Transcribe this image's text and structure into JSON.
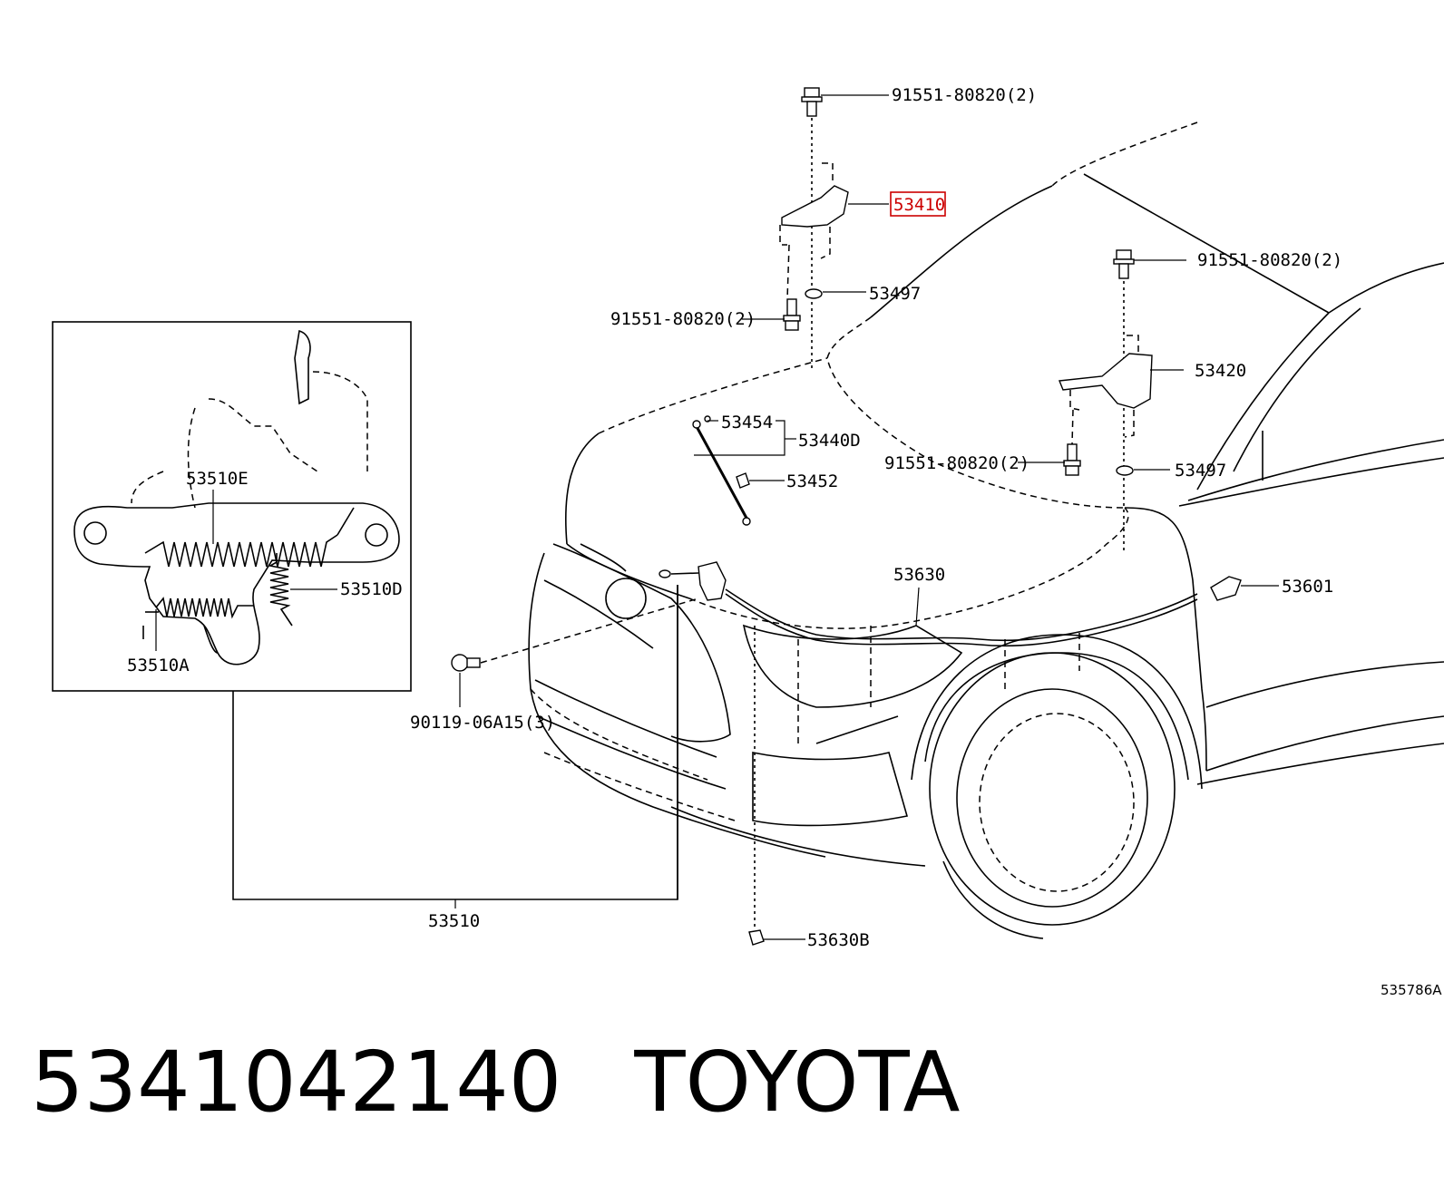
{
  "callouts": {
    "bolt_top": "91551-80820(2)",
    "hinge_left": "53410",
    "washer_left": "53497",
    "bolt_left": "91551-80820(2)",
    "bolt_right_top": "91551-80820(2)",
    "hinge_right": "53420",
    "bolt_right_lower": "91551-80820(2)",
    "washer_right": "53497",
    "clip_53454": "53454",
    "rod_group": "53440D",
    "holder_53452": "53452",
    "cable": "53630",
    "handle": "53601",
    "screw": "90119-06A15(3)",
    "clamp": "53630B",
    "lock_assy": "53510",
    "spring_e": "53510E",
    "spring_d": "53510D",
    "spring_a": "53510A"
  },
  "highlight_color": "#cc0000",
  "diagram_code": "535786A",
  "caption": {
    "part_number": "5341042140",
    "brand": "TOYOTA"
  }
}
